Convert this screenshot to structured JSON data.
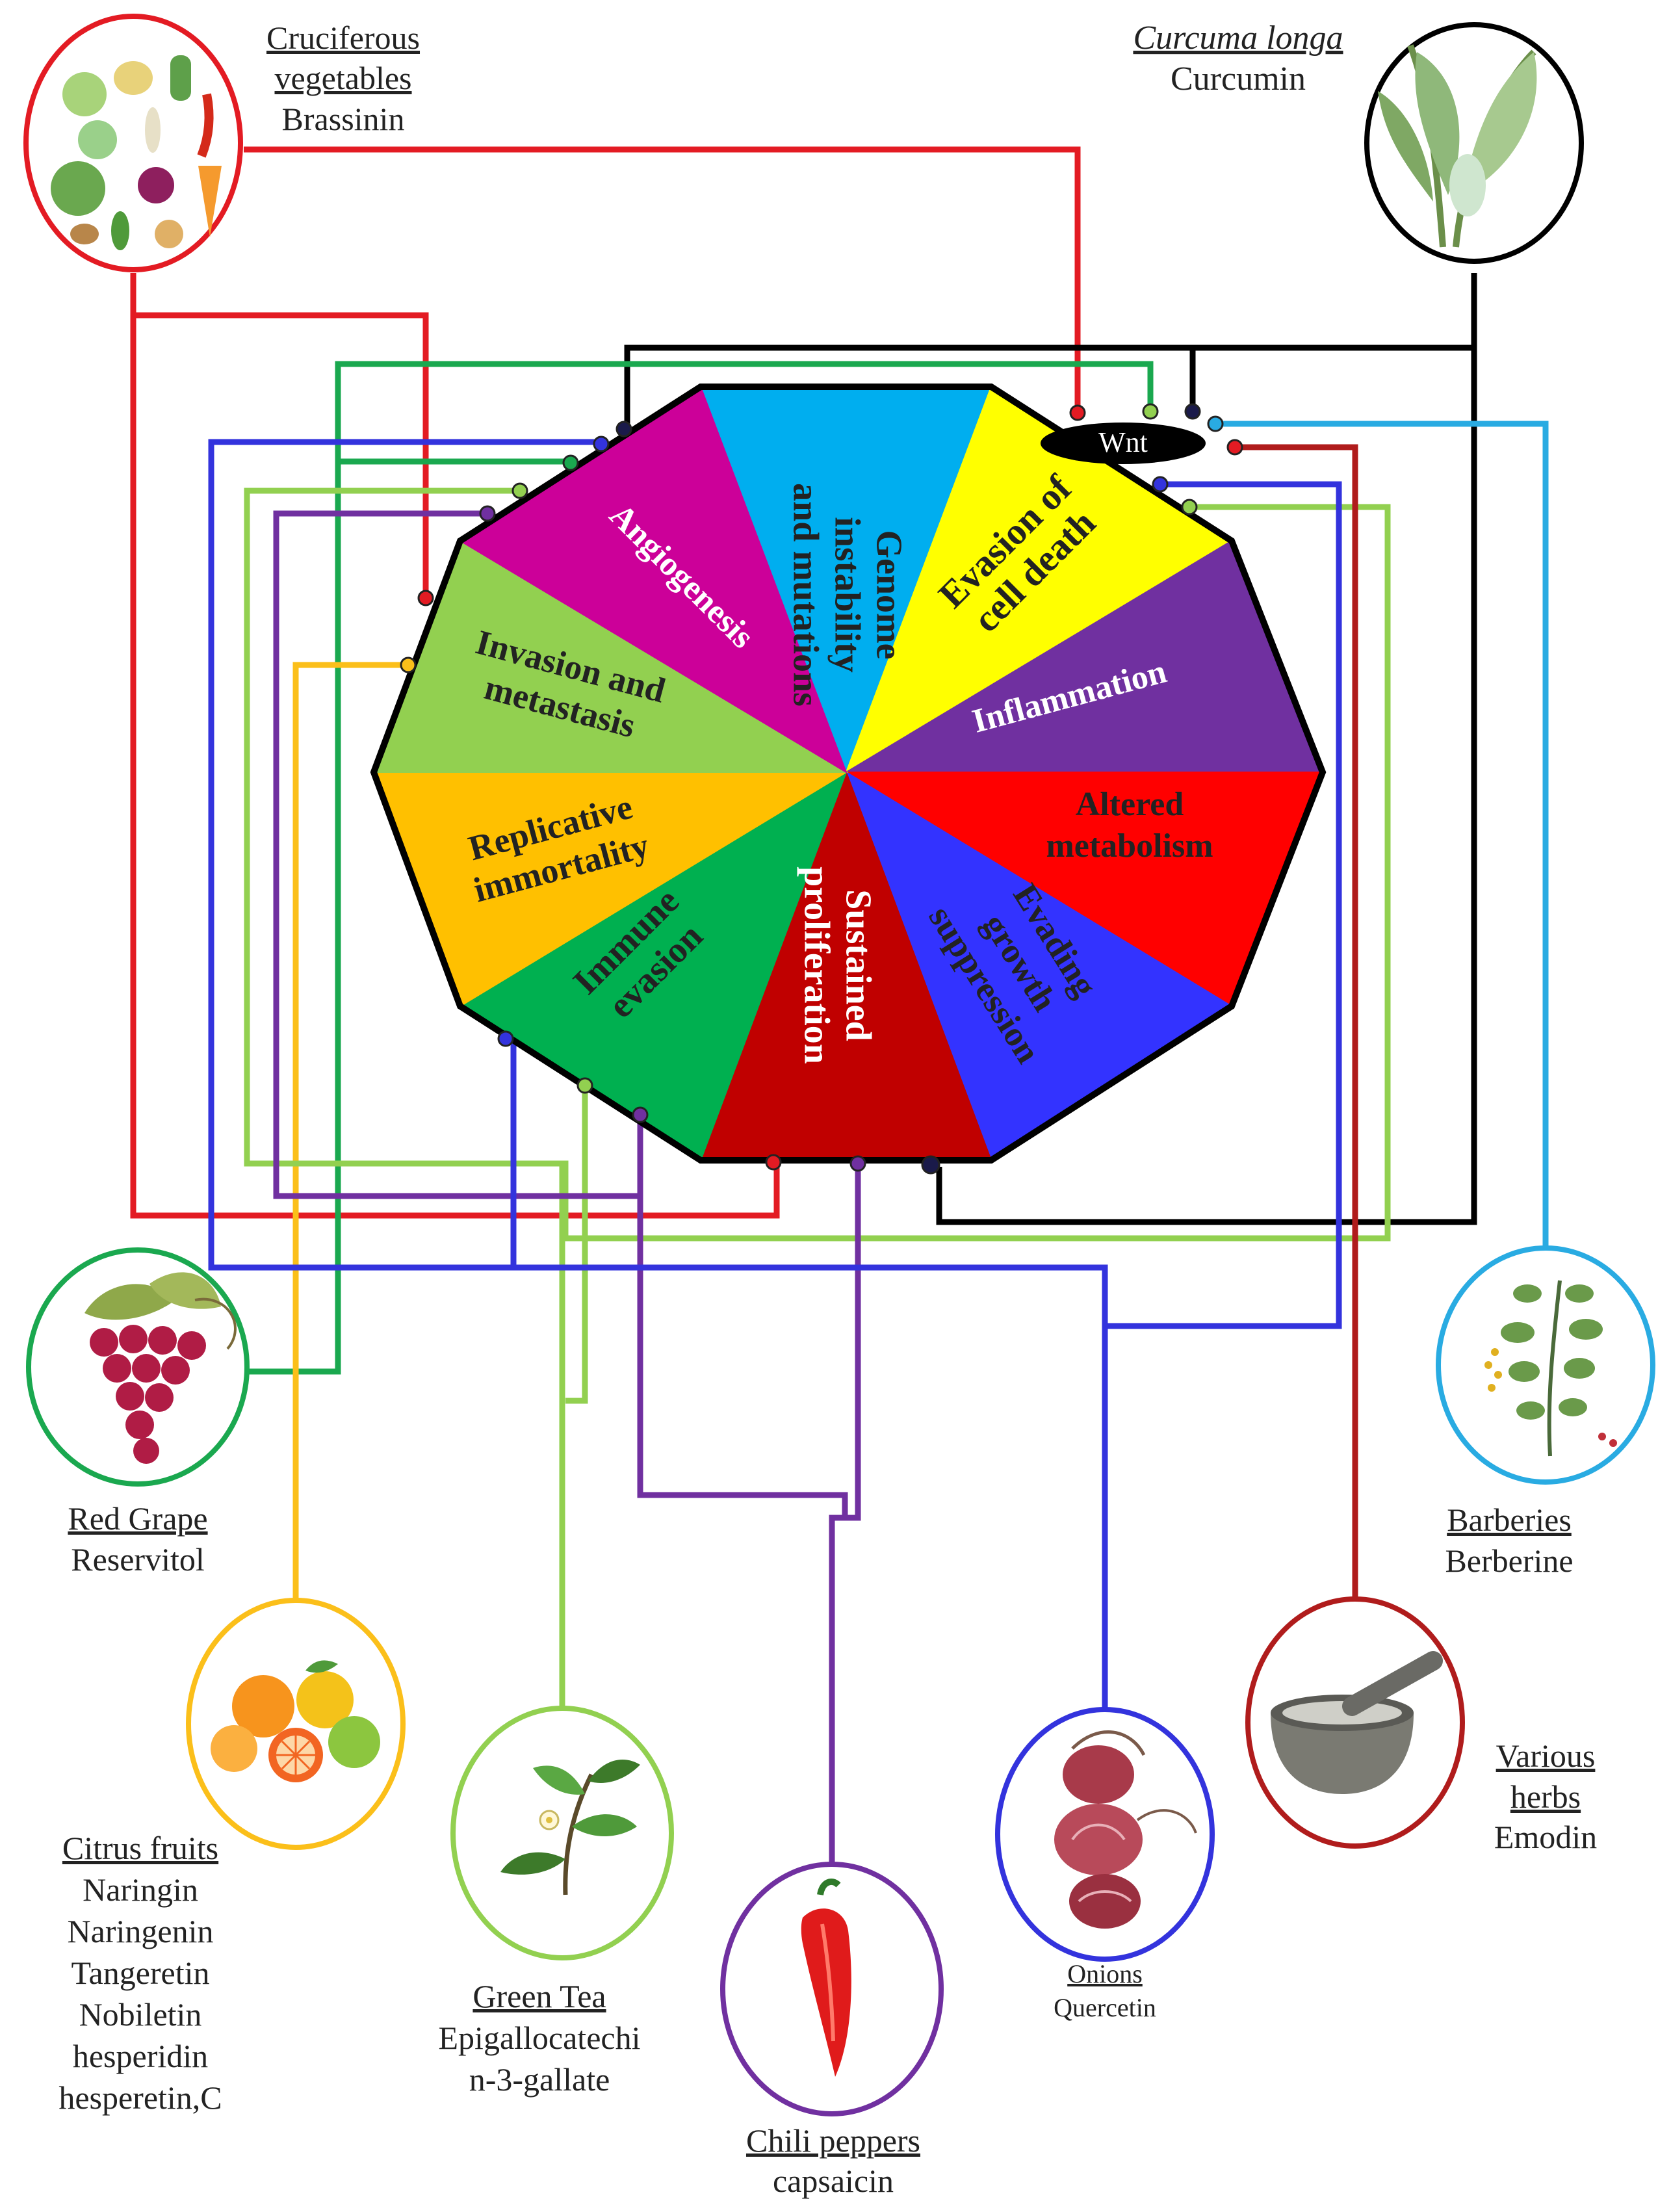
{
  "hallmarks": [
    {
      "lines": [
        "Genome",
        "instability",
        "and mutations"
      ],
      "color": "#00aeef",
      "text_color": "#222222"
    },
    {
      "lines": [
        "Evasion of",
        "cell death"
      ],
      "color": "#ffff00",
      "text_color": "#222222"
    },
    {
      "lines": [
        "Inflammation"
      ],
      "color": "#7030a0",
      "text_color": "#ffffff"
    },
    {
      "lines": [
        "Altered",
        "metabolism"
      ],
      "color": "#ff0000",
      "text_color": "#222222"
    },
    {
      "lines": [
        "Evading",
        "growth",
        "suppression"
      ],
      "color": "#3333ff",
      "text_color": "#222222"
    },
    {
      "lines": [
        "Sustained",
        "proliferation"
      ],
      "color": "#c00000",
      "text_color": "#ffffff"
    },
    {
      "lines": [
        "Immune",
        "evasion"
      ],
      "color": "#00b050",
      "text_color": "#222222"
    },
    {
      "lines": [
        "Replicative",
        "immortality"
      ],
      "color": "#ffc000",
      "text_color": "#222222"
    },
    {
      "lines": [
        "Invasion and",
        "metastasis"
      ],
      "color": "#92d050",
      "text_color": "#222222"
    },
    {
      "lines": [
        "Angiogenesis"
      ],
      "color": "#cc0099",
      "text_color": "#ffffff"
    }
  ],
  "wnt_label": "Wnt",
  "sources": {
    "cruciferous": {
      "title": "Cruciferous vegetables",
      "title_lines": [
        "Cruciferous",
        "vegetables"
      ],
      "compounds": [
        "Brassinin"
      ],
      "color": "#e31b23",
      "icon": "vegetables-icon"
    },
    "curcuma": {
      "title": "Curcuma longa",
      "compounds": [
        "Curcumin"
      ],
      "color": "#000000",
      "icon": "turmeric-plant-icon"
    },
    "red_grape": {
      "title": "Red Grape",
      "compounds": [
        "Reservitol"
      ],
      "color": "#1aa84f",
      "icon": "grapes-icon"
    },
    "citrus": {
      "title": "Citrus fruits",
      "compounds": [
        "Naringin",
        "Naringenin",
        "Tangeretin",
        "Nobiletin",
        "hesperidin",
        "hesperetin,C"
      ],
      "color": "#fbbf1a",
      "icon": "citrus-fruits-icon"
    },
    "green_tea": {
      "title": "Green Tea",
      "compounds": [
        "Epigallocatechi",
        "n-3-gallate"
      ],
      "color": "#92d050",
      "icon": "tea-leaves-icon"
    },
    "chili": {
      "title": "Chili peppers",
      "compounds": [
        "capsaicin"
      ],
      "color": "#7030a0",
      "icon": "chili-pepper-icon"
    },
    "onions": {
      "title": "Onions",
      "compounds": [
        "Quercetin"
      ],
      "color": "#3333dd",
      "icon": "onion-icon"
    },
    "herbs": {
      "title": "Various herbs",
      "title_lines": [
        "Various",
        "herbs"
      ],
      "compounds": [
        "Emodin"
      ],
      "color": "#b01c1c",
      "icon": "mortar-pestle-icon"
    },
    "barberries": {
      "title": "Barberies",
      "compounds": [
        "Berberine"
      ],
      "color": "#29abe2",
      "icon": "barberry-plant-icon"
    }
  }
}
